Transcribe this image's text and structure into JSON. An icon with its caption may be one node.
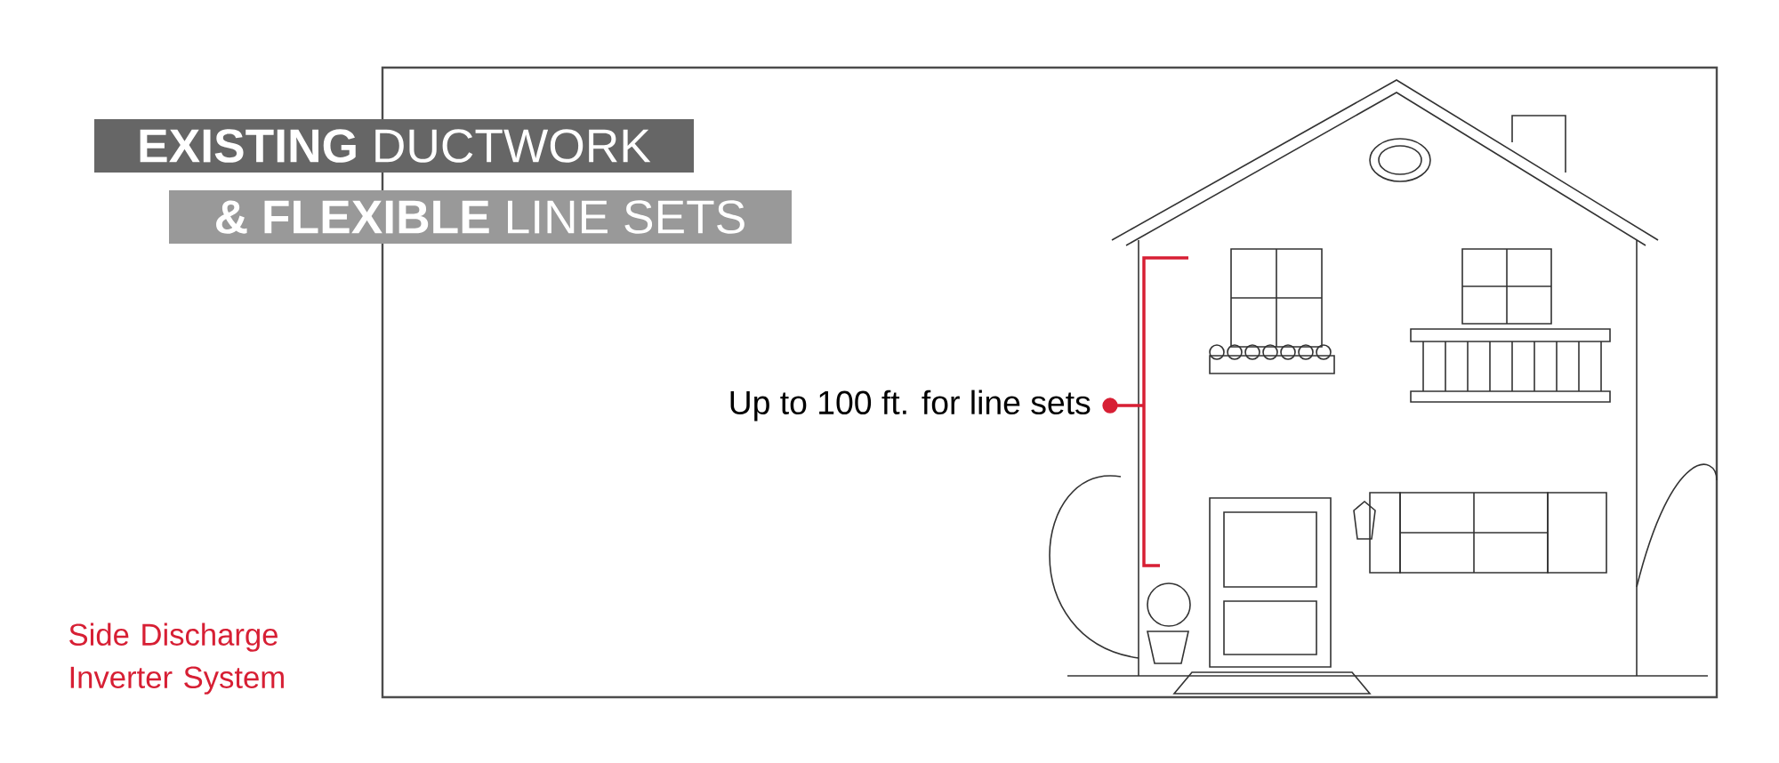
{
  "diagram": {
    "nodes": [
      {
        "text": [
          "**EXISTING** DUCTWORK"
        ]
      },
      {
        "text": [
          "**& FLEXIBLE** LINE SETS"
        ]
      }
    ],
    "labels": [
      "Up to 100 ft. for line sets",
      "Side Discharge Inverter System"
    ]
  }
}
